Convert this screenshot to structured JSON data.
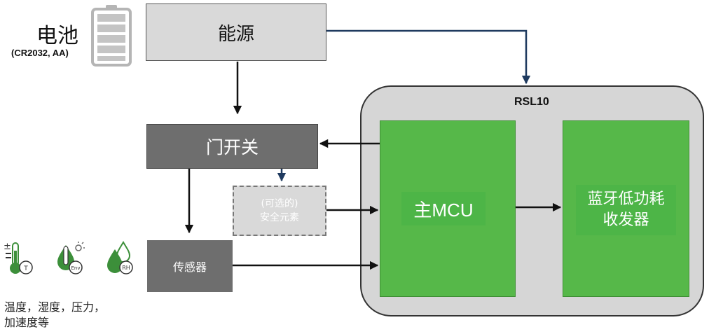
{
  "battery": {
    "label": "电池",
    "sublabel": "(CR2032, AA)",
    "icon": "battery-icon"
  },
  "blocks": {
    "power": "能源",
    "door_switch": "门开关",
    "secure_element_line1": "(可选的)",
    "secure_element_line2": "安全元素",
    "sensor": "传感器"
  },
  "rsl10": {
    "title": "RSL10",
    "mcu": "主MCU",
    "bt_line1": "蓝牙低功耗",
    "bt_line2": "收发器"
  },
  "sensors": {
    "icons": [
      "thermometer-icon",
      "environment-icon",
      "humidity-icon"
    ],
    "icon_texts": [
      "T",
      "Env",
      "RH"
    ],
    "caption_line1": "温度，湿度，压力，",
    "caption_line2": "加速度等"
  },
  "colors": {
    "green": "#56b849",
    "dark_gray": "#6e6e6e",
    "light_gray": "#d9d9d9",
    "navy_wire": "#1f3a5f"
  }
}
